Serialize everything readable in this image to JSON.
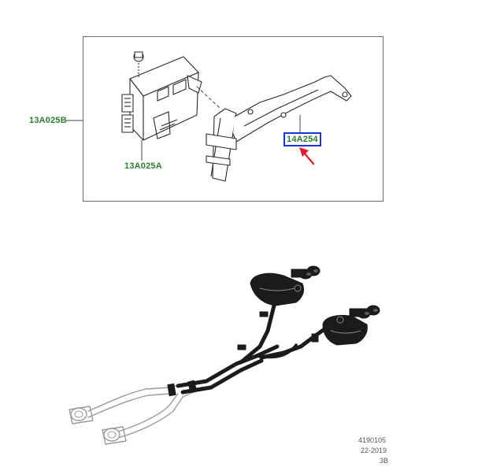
{
  "diagram": {
    "labels": {
      "module_bracket_assembly": "13A025B",
      "control_module": "13A025A",
      "mounting_bracket": "14A254"
    },
    "reference": {
      "number": "4190105",
      "date": "22-2019",
      "sheet": "3B"
    },
    "colors": {
      "label_green": "#2e7d32",
      "highlight_blue": "#1a33d6",
      "arrow_red": "#e0192b",
      "line_dark": "#2a2a2a",
      "part_black": "#1b1b1b"
    }
  }
}
